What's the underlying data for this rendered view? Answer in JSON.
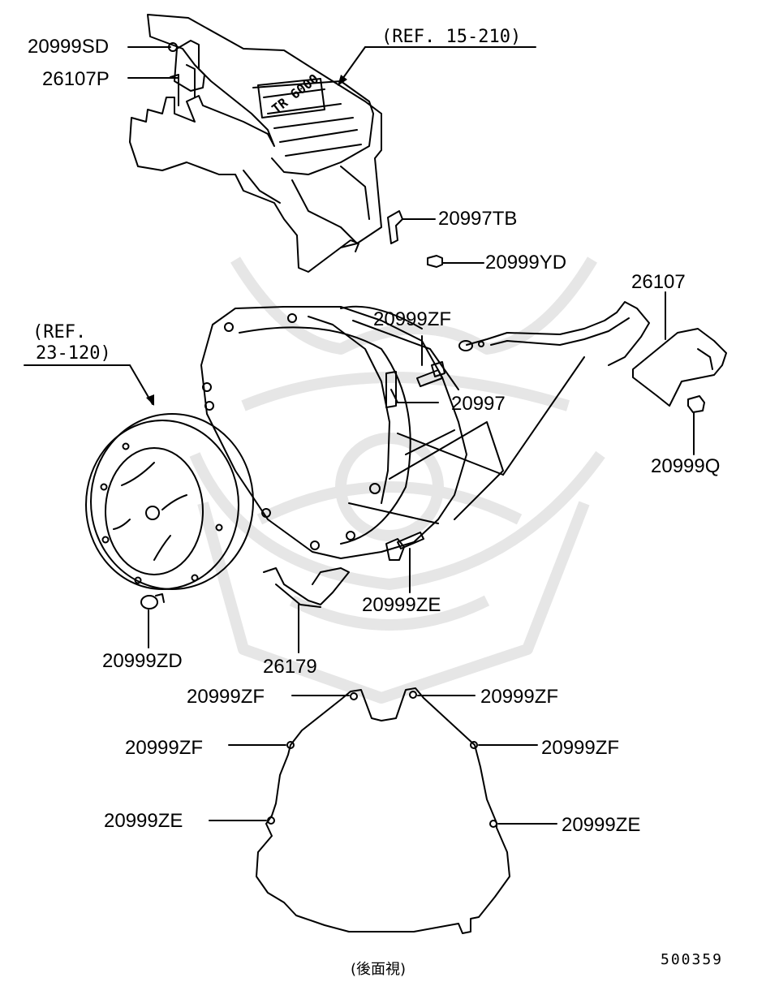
{
  "references": {
    "intake_manifold": "(REF. 15-210)",
    "torque_converter_line1": "(REF.",
    "torque_converter_line2": "23-120)"
  },
  "manifold_badge": "TR 6000",
  "part_labels": {
    "p1": "20999SD",
    "p2": "26107P",
    "p3": "20997TB",
    "p4": "20999YD",
    "p5": "26107",
    "p6": "20999ZF",
    "p7": "20997",
    "p8": "20999Q",
    "p9": "20999ZE",
    "p10": "20999ZD",
    "p11": "26179"
  },
  "rear_view_labels": {
    "left_top": "20999ZF",
    "right_top": "20999ZF",
    "left_mid": "20999ZF",
    "right_mid": "20999ZF",
    "left_low": "20999ZE",
    "right_low": "20999ZE"
  },
  "rear_view_caption": "(後面視)",
  "diagram_code": "500359",
  "colors": {
    "ink": "#000000",
    "watermark": "#e6e6e6",
    "background": "#ffffff"
  }
}
